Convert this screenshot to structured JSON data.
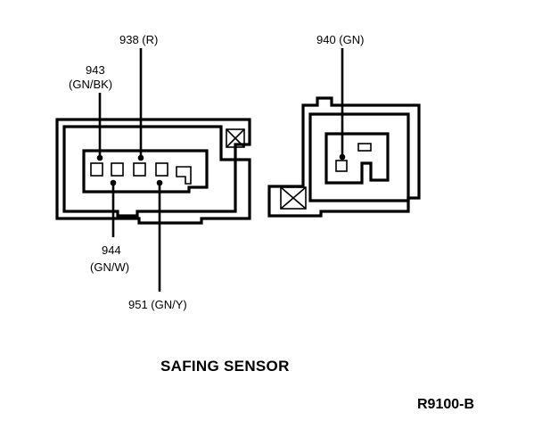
{
  "connector_left": {
    "wire_938": "938 (R)",
    "wire_943_num": "943",
    "wire_943_color": "(GN/BK)",
    "wire_944_num": "944",
    "wire_944_color": "(GN/W)",
    "wire_951": "951 (GN/Y)"
  },
  "connector_right": {
    "wire_940": "940 (GN)"
  },
  "title": "SAFING SENSOR",
  "reference": "R9100-B"
}
